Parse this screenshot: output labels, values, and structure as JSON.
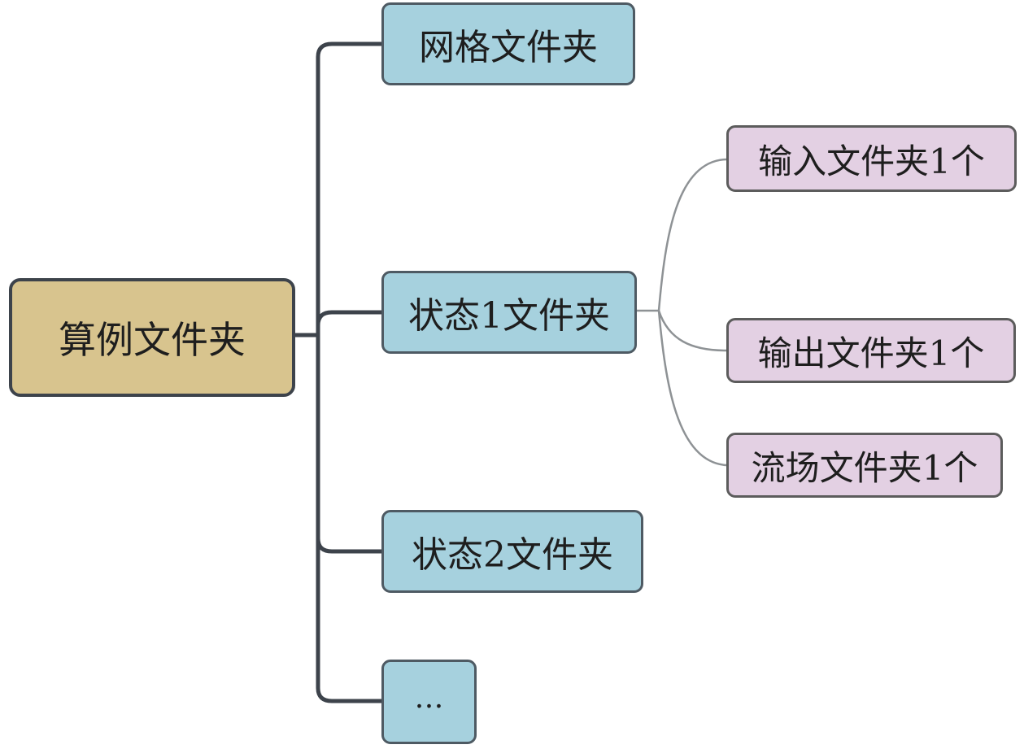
{
  "diagram": {
    "root": {
      "label": "算例文件夹"
    },
    "children": [
      {
        "label": "网格文件夹"
      },
      {
        "label": "状态1文件夹",
        "children": [
          {
            "label": "输入文件夹1个"
          },
          {
            "label": "输出文件夹1个"
          },
          {
            "label": "流场文件夹1个"
          }
        ]
      },
      {
        "label": "状态2文件夹"
      },
      {
        "label": "…"
      }
    ],
    "colors": {
      "root_fill": "#d8c48e",
      "level1_fill": "#a6d1de",
      "level2_fill": "#e3d0e3",
      "trunk_line": "#3d434b",
      "branch_line": "#8e9295"
    }
  }
}
